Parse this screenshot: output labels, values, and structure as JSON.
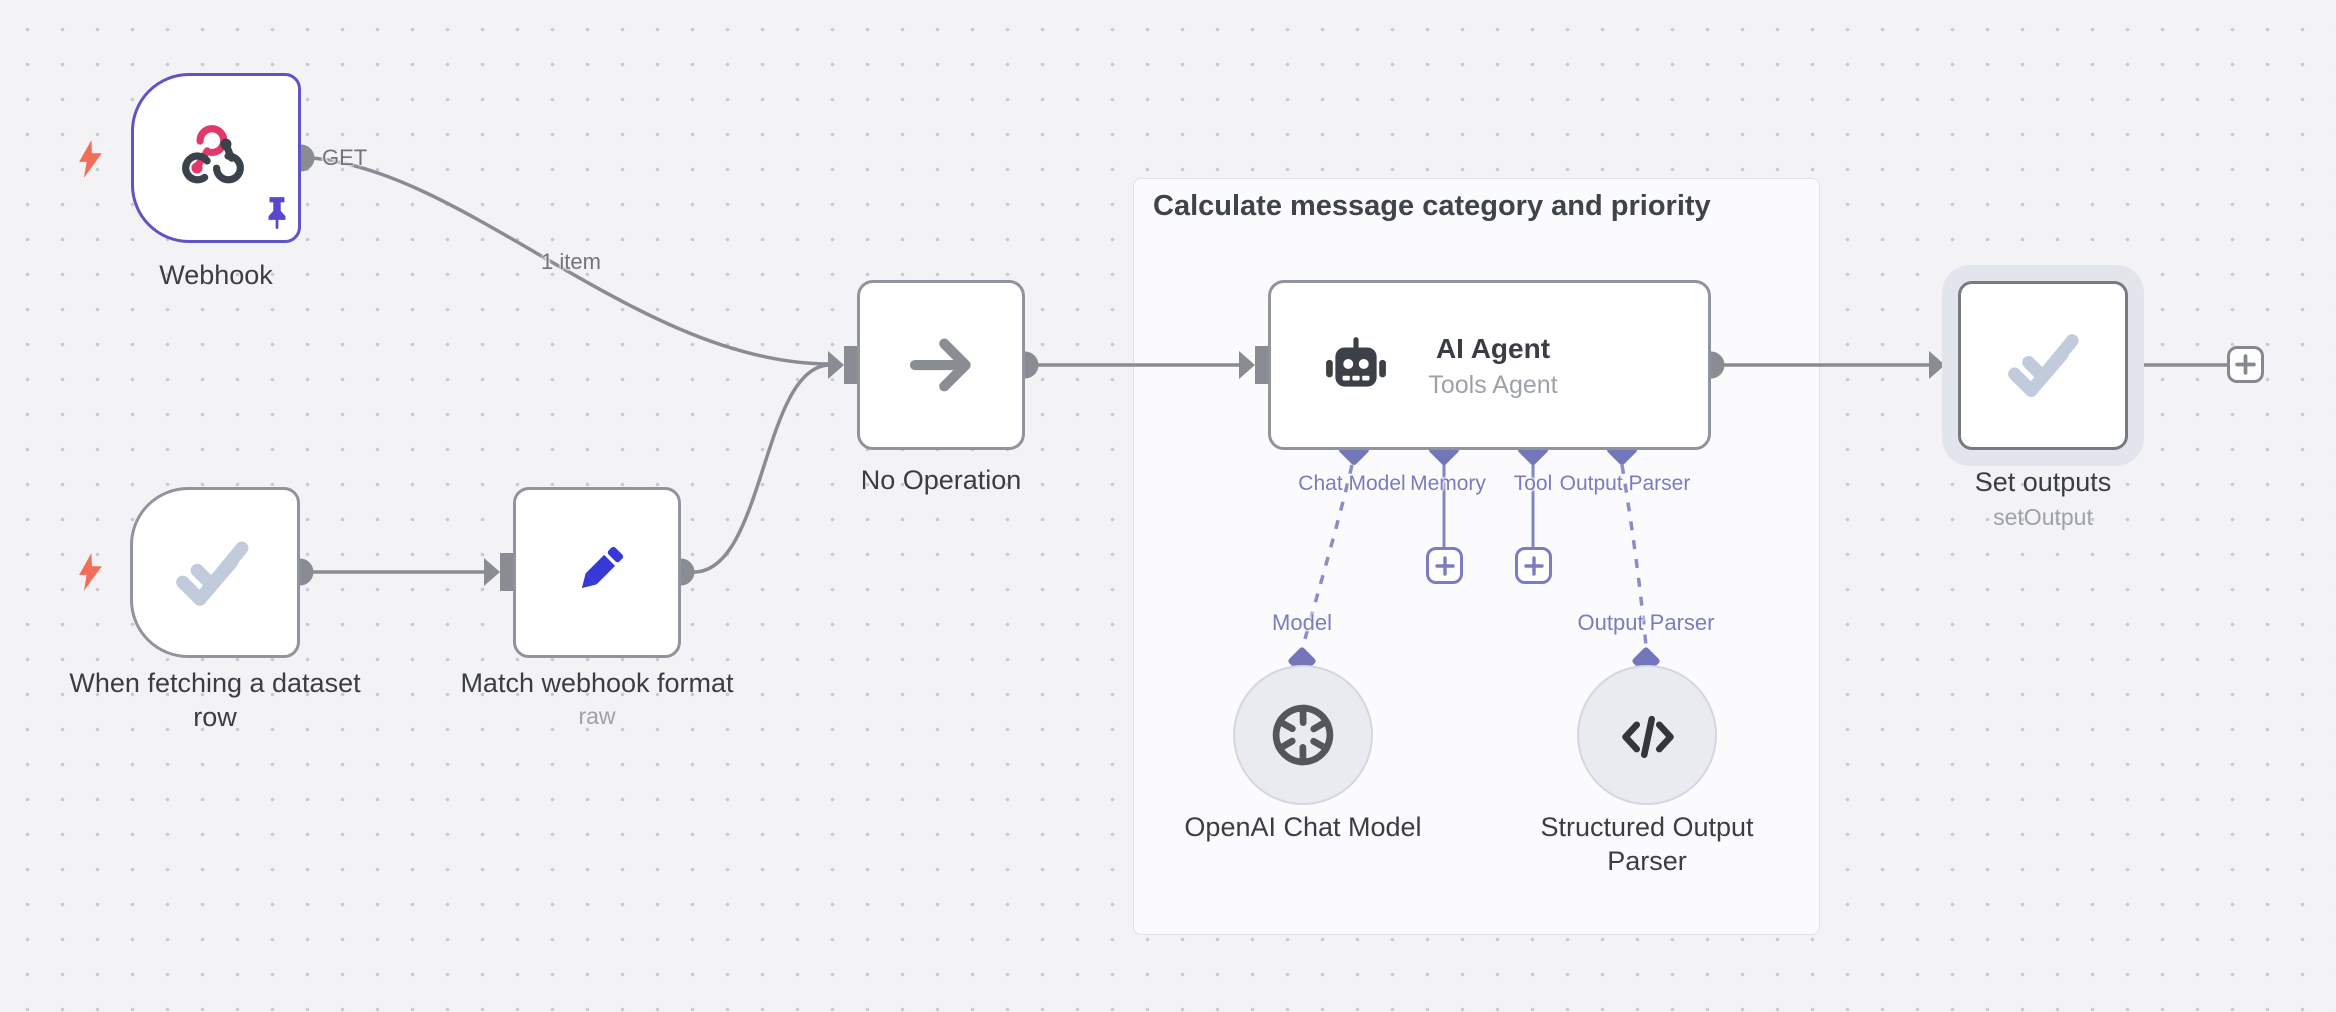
{
  "canvas": {
    "background": "#f3f3f6",
    "dot_color": "#c9cad2"
  },
  "group": {
    "title": "Calculate message category and priority"
  },
  "nodes": {
    "webhook": {
      "label": "Webhook",
      "output_label": "GET"
    },
    "dataset_trigger": {
      "label": "When fetching a dataset row"
    },
    "match_format": {
      "label": "Match webhook format",
      "sublabel": "raw"
    },
    "noop": {
      "label": "No Operation"
    },
    "ai_agent": {
      "title": "AI Agent",
      "subtitle": "Tools Agent"
    },
    "set_outputs": {
      "label": "Set outputs",
      "sublabel": "setOutput"
    },
    "openai_chat_model": {
      "label": "OpenAI Chat Model",
      "input_label": "Model"
    },
    "structured_output_parser": {
      "label": "Structured Output Parser",
      "input_label": "Output Parser"
    }
  },
  "ai_agent_ports": [
    {
      "label": "Chat Model"
    },
    {
      "label": "Memory"
    },
    {
      "label": "Tool"
    },
    {
      "label": "Output Parser"
    }
  ],
  "connection_labels": {
    "webhook_to_noop": "1 item"
  },
  "icons": {
    "webhook-icon": "webhook glyph",
    "double-check-icon": "double checkmark",
    "pencil-icon": "edit pencil",
    "arrow-right-icon": "arrow right",
    "robot-icon": "robot head",
    "openai-icon": "openai knot",
    "code-icon": "</>",
    "pin-icon": "pushpin",
    "bolt-icon": "lightning bolt",
    "plus-icon": "+"
  },
  "colors": {
    "selected_node_border": "#6053c6",
    "node_border": "#90949d",
    "connector_gray": "#898c93",
    "ai_connector_purple": "#7a7cbd",
    "trigger_bolt": "#f26e59",
    "pencil_blue": "#3639d8",
    "webhook_pink": "#e13a69",
    "icon_dark": "#3c4147",
    "check_icon": "#c2cbdc"
  }
}
